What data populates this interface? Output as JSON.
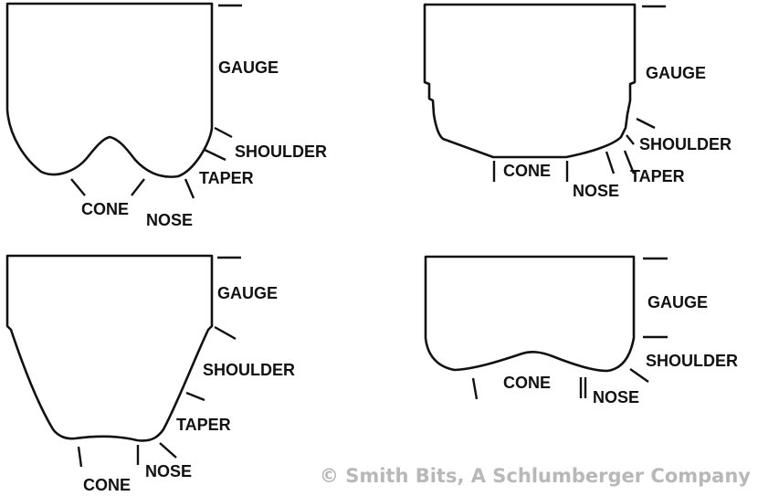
{
  "profiles": [
    {
      "id": "tl",
      "labels": {
        "gauge": "GAUGE",
        "shoulder": "SHOULDER",
        "taper": "TAPER",
        "cone": "CONE",
        "nose": "NOSE"
      }
    },
    {
      "id": "tr",
      "labels": {
        "gauge": "GAUGE",
        "shoulder": "SHOULDER",
        "taper": "TAPER",
        "cone": "CONE",
        "nose": "NOSE"
      }
    },
    {
      "id": "bl",
      "labels": {
        "gauge": "GAUGE",
        "shoulder": "SHOULDER",
        "taper": "TAPER",
        "cone": "CONE",
        "nose": "NOSE"
      }
    },
    {
      "id": "br",
      "labels": {
        "gauge": "GAUGE",
        "shoulder": "SHOULDER",
        "cone": "CONE",
        "nose": "NOSE"
      }
    }
  ],
  "copyright": "© Smith Bits, A Schlumberger Company",
  "colors": {
    "line": "#111111",
    "copyright": "#b8b8b8",
    "background": "#ffffff"
  }
}
